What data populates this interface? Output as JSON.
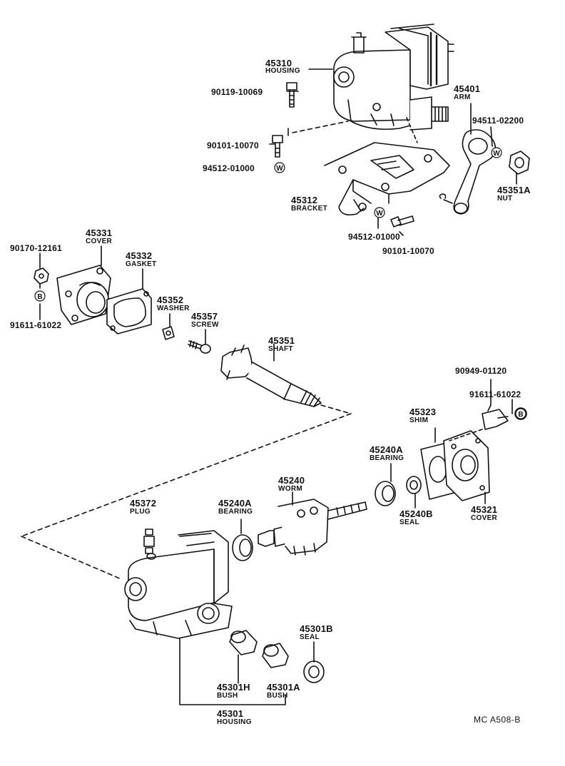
{
  "diagram": {
    "reference": "MC  A508-B",
    "callouts": [
      {
        "id": "c1",
        "part_no": "45310",
        "name": "HOUSING"
      },
      {
        "id": "c2",
        "part_no": "90119-10069",
        "name": ""
      },
      {
        "id": "c3",
        "part_no": "90101-10070",
        "name": ""
      },
      {
        "id": "c4",
        "part_no": "94512-01000",
        "name": "",
        "symbol": "W"
      },
      {
        "id": "c5",
        "part_no": "45312",
        "name": "BRACKET"
      },
      {
        "id": "c6",
        "part_no": "94512-01000",
        "name": "",
        "symbol": "W"
      },
      {
        "id": "c7",
        "part_no": "90101-10070",
        "name": ""
      },
      {
        "id": "c8",
        "part_no": "45401",
        "name": "ARM"
      },
      {
        "id": "c9",
        "part_no": "94511-02200",
        "name": "",
        "symbol": "W"
      },
      {
        "id": "c10",
        "part_no": "45351A",
        "name": "NUT"
      },
      {
        "id": "c11",
        "part_no": "90170-12161",
        "name": ""
      },
      {
        "id": "c12",
        "part_no": "91611-61022",
        "name": "",
        "symbol": "B"
      },
      {
        "id": "c13",
        "part_no": "45331",
        "name": "COVER"
      },
      {
        "id": "c14",
        "part_no": "45332",
        "name": "GASKET"
      },
      {
        "id": "c15",
        "part_no": "45352",
        "name": "WASHER"
      },
      {
        "id": "c16",
        "part_no": "45357",
        "name": "SCREW"
      },
      {
        "id": "c17",
        "part_no": "45351",
        "name": "SHAFT"
      },
      {
        "id": "c18",
        "part_no": "90949-01120",
        "name": ""
      },
      {
        "id": "c19",
        "part_no": "91611-61022",
        "name": "",
        "symbol": "B"
      },
      {
        "id": "c20",
        "part_no": "45323",
        "name": "SHIM"
      },
      {
        "id": "c21",
        "part_no": "45240A",
        "name": "BEARING"
      },
      {
        "id": "c22",
        "part_no": "45240B",
        "name": "SEAL"
      },
      {
        "id": "c23",
        "part_no": "45321",
        "name": "COVER"
      },
      {
        "id": "c24",
        "part_no": "45240",
        "name": "WORM"
      },
      {
        "id": "c25",
        "part_no": "45372",
        "name": "PLUG"
      },
      {
        "id": "c26",
        "part_no": "45240A",
        "name": "BEARING"
      },
      {
        "id": "c27",
        "part_no": "45301B",
        "name": "SEAL"
      },
      {
        "id": "c28",
        "part_no": "45301H",
        "name": "BUSH"
      },
      {
        "id": "c29",
        "part_no": "45301A",
        "name": "BUSH"
      },
      {
        "id": "c30",
        "part_no": "45301",
        "name": "HOUSING"
      }
    ]
  }
}
